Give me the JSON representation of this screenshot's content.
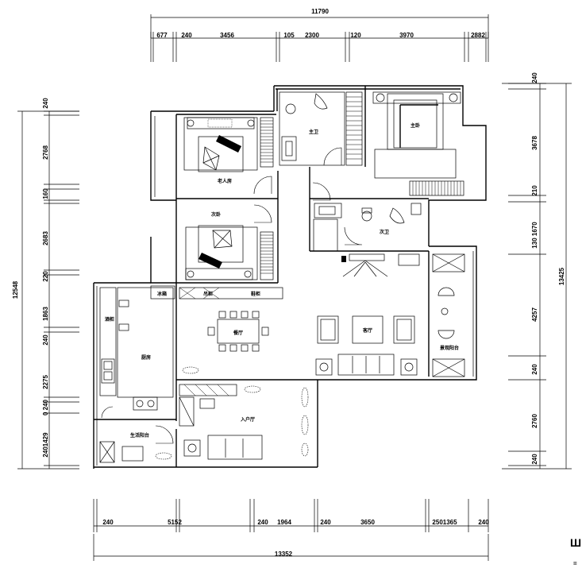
{
  "plan": {
    "dimensions": {
      "top_overall": "11790",
      "top_segments": [
        "677",
        "240",
        "3456",
        "105",
        "2300",
        "120",
        "3970",
        "2882"
      ],
      "left_overall": "12548",
      "left_segments": [
        "240",
        "2768",
        "160",
        "2683",
        "220",
        "1863",
        "240",
        "2275",
        "0 240",
        "2401429"
      ],
      "right_overall": "13425",
      "right_segments": [
        "240",
        "3678",
        "210",
        "130 1670",
        "4257",
        "240",
        "2760",
        "240"
      ],
      "bottom_overall": "13352",
      "bottom_segments": [
        "240",
        "5152",
        "240",
        "1964",
        "240",
        "3650",
        "2501365",
        "240"
      ]
    },
    "rooms": {
      "master_bedroom": "主卧",
      "main_bath": "主卫",
      "elder_room": "老人房",
      "second_bedroom": "次卧",
      "guest_bath": "次卫",
      "dining": "餐厅",
      "living": "客厅",
      "kitchen": "厨房",
      "scenic_balcony": "景观阳台",
      "entrance": "入户厅",
      "service_balcony": "生活阳台",
      "kitchen_cabinet": "吊柜",
      "shoe_cabinet": "鞋柜",
      "wine_cabinet": "酒柜",
      "fridge": "冰箱"
    },
    "corner_mark": "Ш",
    "corner_small": "="
  }
}
